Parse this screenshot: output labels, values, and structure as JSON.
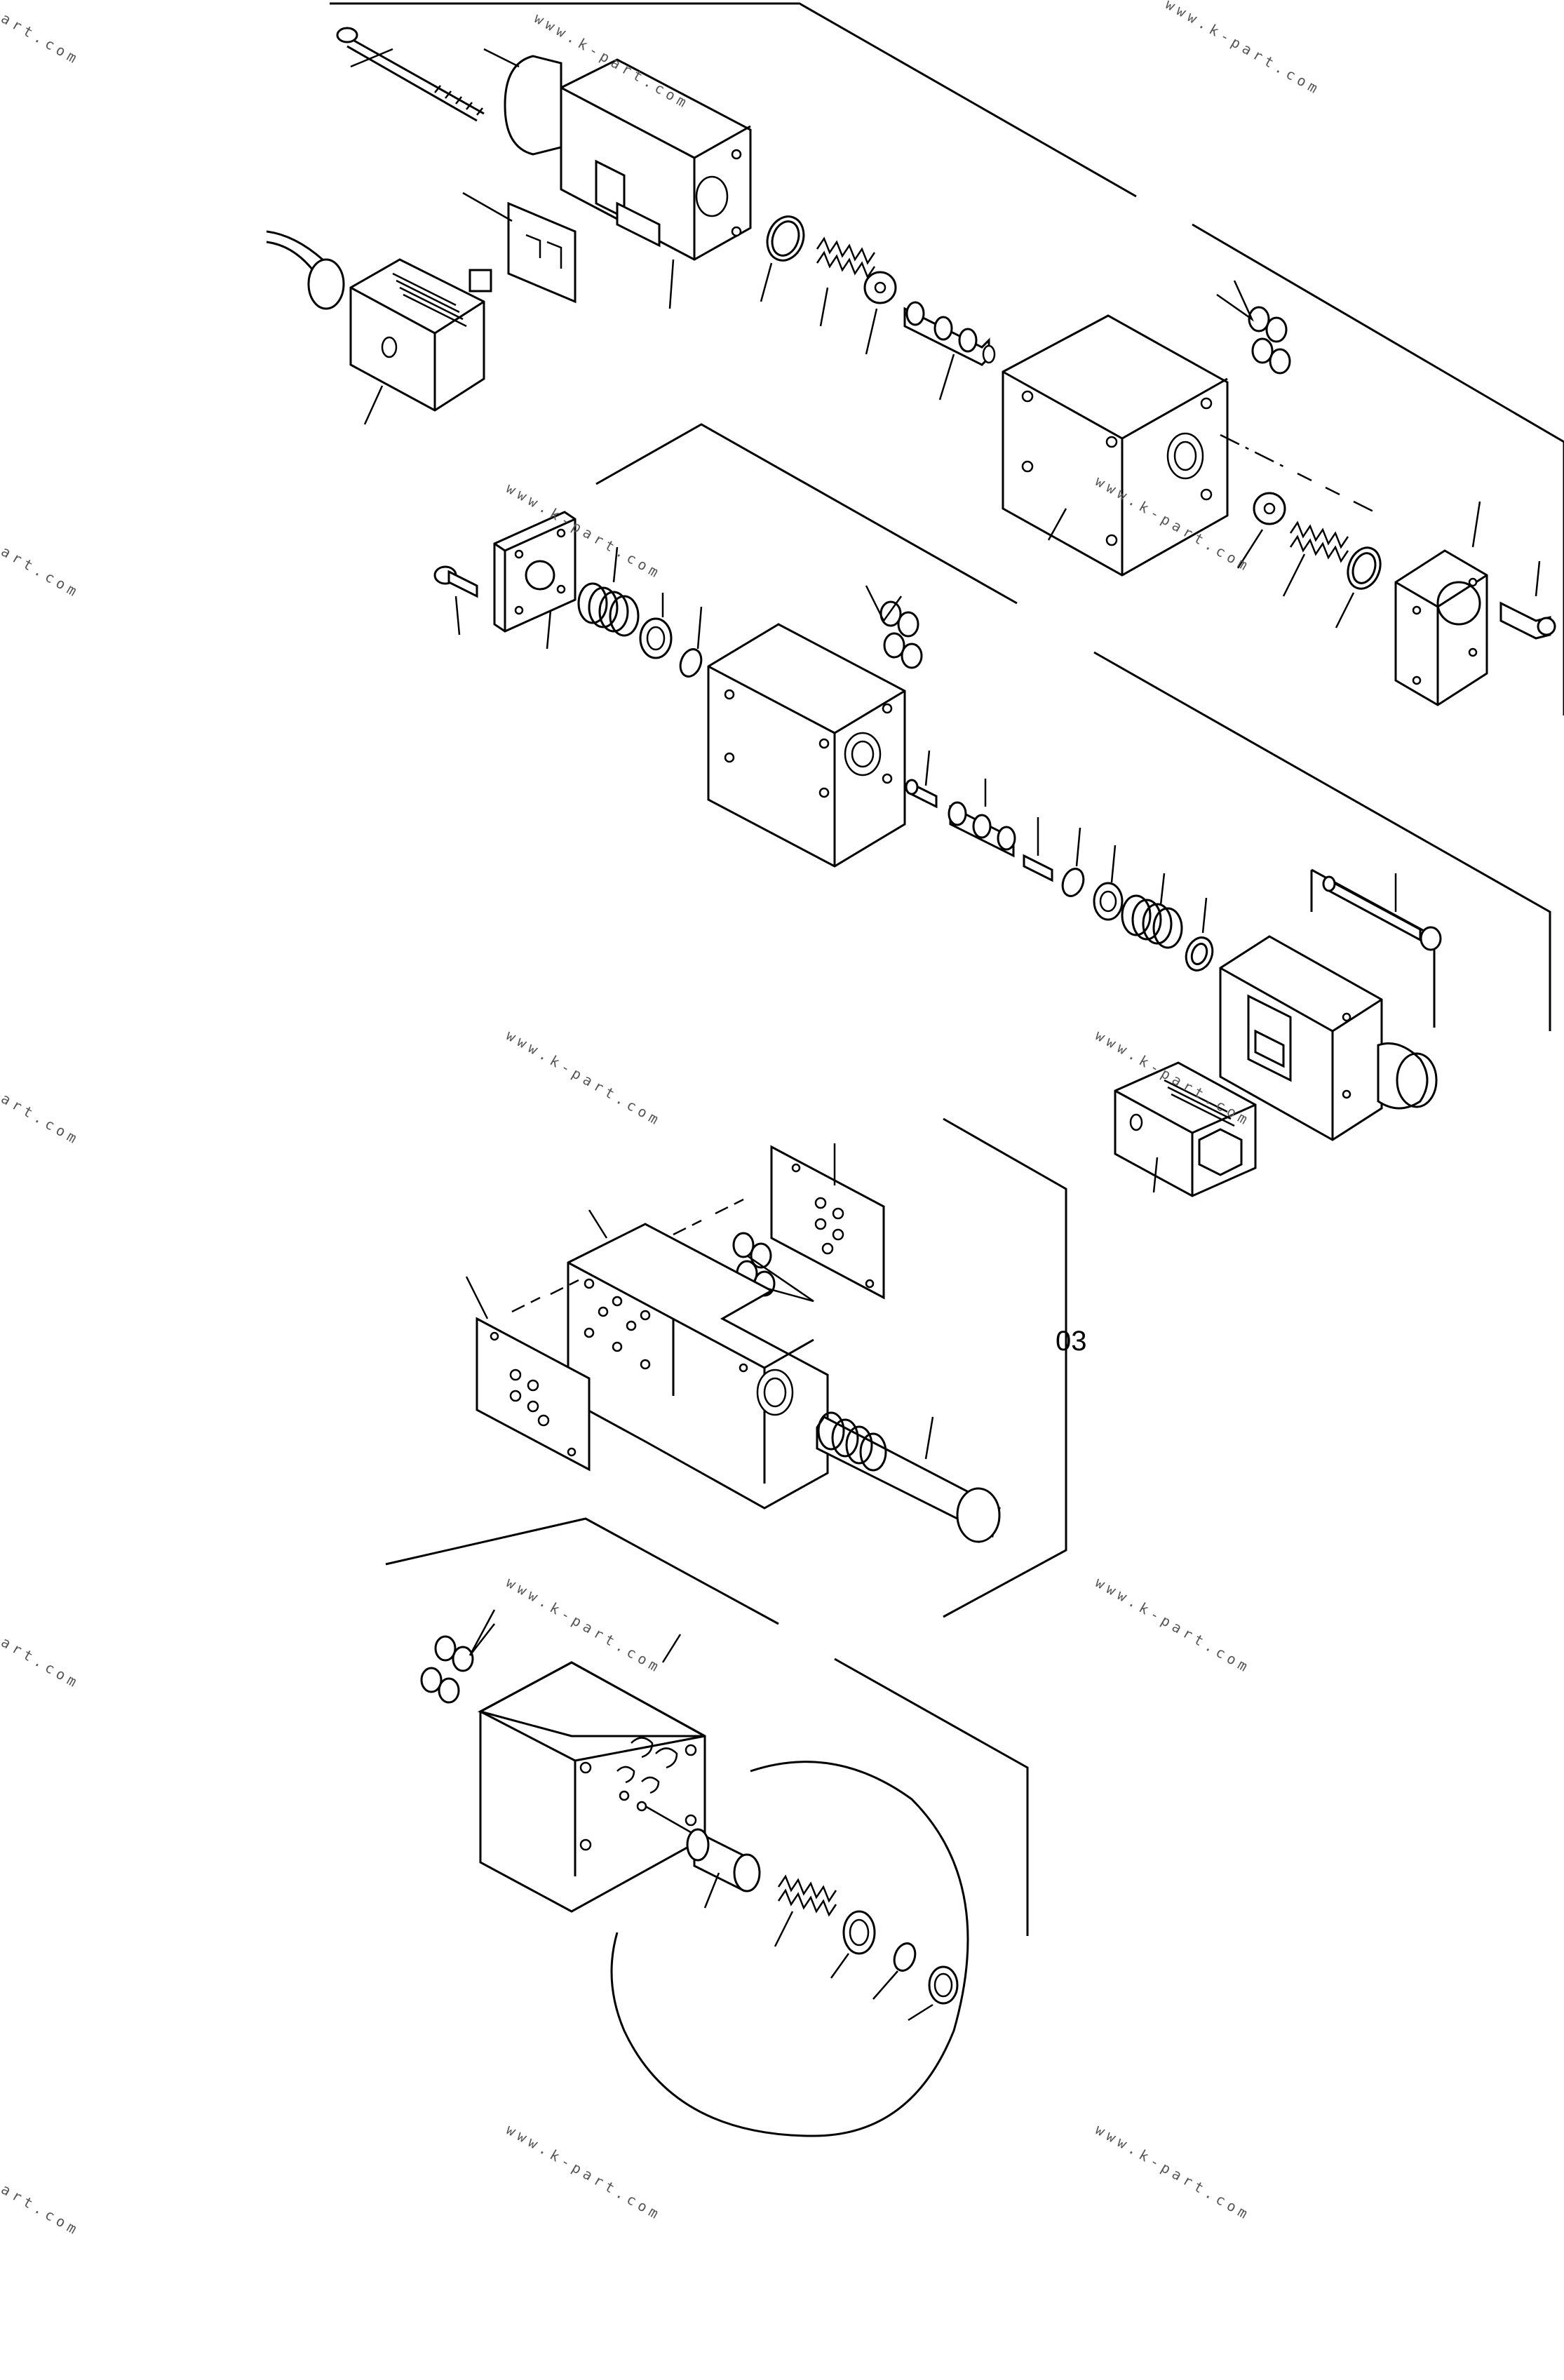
{
  "reference_label": "03",
  "watermark": "www.k-part.com",
  "watermark_partial": "art.com"
}
